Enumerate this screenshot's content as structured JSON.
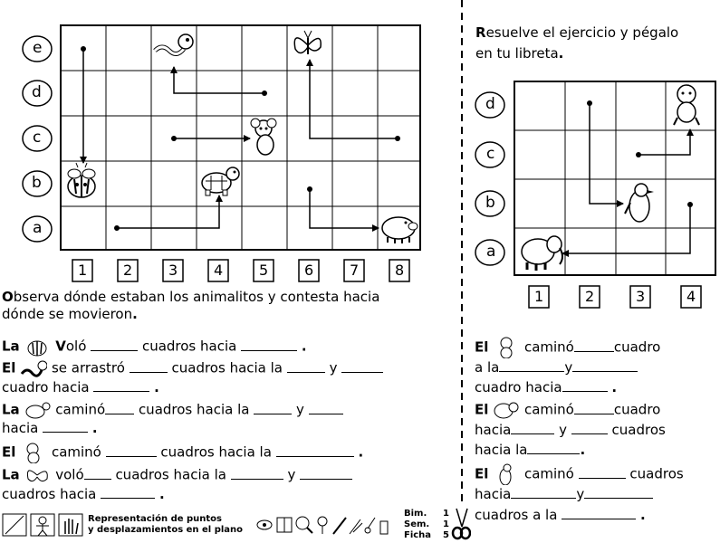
{
  "left_grid": {
    "row_labels": [
      "e",
      "d",
      "c",
      "b",
      "a"
    ],
    "col_labels": [
      "1",
      "2",
      "3",
      "4",
      "5",
      "6",
      "7",
      "8"
    ],
    "animals": [
      {
        "name": "bee",
        "icon": "bee-icon"
      },
      {
        "name": "worm",
        "icon": "worm-icon"
      },
      {
        "name": "turtle",
        "icon": "turtle-icon"
      },
      {
        "name": "mouse",
        "icon": "mouse-icon"
      },
      {
        "name": "butterfly",
        "icon": "butterfly-icon"
      },
      {
        "name": "pig",
        "icon": "pig-icon"
      }
    ]
  },
  "right_grid": {
    "row_labels": [
      "d",
      "c",
      "b",
      "a"
    ],
    "col_labels": [
      "1",
      "2",
      "3",
      "4"
    ],
    "animals": [
      {
        "name": "monkey",
        "icon": "monkey-icon"
      },
      {
        "name": "penguin",
        "icon": "penguin-icon"
      },
      {
        "name": "elephant",
        "icon": "elephant-icon"
      }
    ]
  },
  "left_instruction": {
    "line1_first": "O",
    "line1_rest": "bserva dónde estaban los animalitos y contesta hacia",
    "line2": "dónde se movieron",
    "dot": "."
  },
  "right_instruction": {
    "line1_first": "R",
    "line1_rest": "esuelve el ejercicio y pégalo",
    "line2": "en tu libreta",
    "dot": "."
  },
  "left_questions": {
    "q1": {
      "la": "La",
      "verb_first": "V",
      "verb_rest": "oló",
      "mid": "cuadros hacia",
      "end": "."
    },
    "q2": {
      "el": "El",
      "verb": "se arrastró",
      "mid": "cuadros hacia la",
      "y": "y",
      "line2": "cuadro hacia",
      "end": "."
    },
    "q3": {
      "la": "La",
      "verb": "caminó",
      "mid": "cuadros hacia la",
      "y": "y",
      "line2": "hacia",
      "end": "."
    },
    "q4": {
      "el": "El",
      "verb": "caminó",
      "mid": "cuadros hacia la",
      "end": "."
    },
    "q5": {
      "la": "La",
      "verb": "voló",
      "mid": "cuadros hacia la",
      "y": "y",
      "line2": "cuadros hacia",
      "end": "."
    }
  },
  "right_questions": {
    "q1": {
      "el": "El",
      "verb": "caminó",
      "tail": "cuadro",
      "l2a": "a la",
      "y": "y",
      "l3": "cuadro hacia",
      "end": "."
    },
    "q2": {
      "el": "El",
      "verb": "caminó",
      "tail": "cuadro",
      "l2a": "hacia",
      "y": "y",
      "l2b": "cuadros",
      "l3": "hacia la",
      "end": "."
    },
    "q3": {
      "el": "El",
      "verb": "caminó",
      "tail": "cuadros",
      "l2a": "hacia",
      "y": "y",
      "l3": "cuadros a la",
      "end": "."
    }
  },
  "footer": {
    "title_line1": "Representación de puntos",
    "title_line2": "y desplazamientos en el plano",
    "bim_label": "Bim.",
    "bim_value": "1",
    "sem_label": "Sem.",
    "sem_value": "1",
    "ficha_label": "Ficha",
    "ficha_value": "5"
  }
}
